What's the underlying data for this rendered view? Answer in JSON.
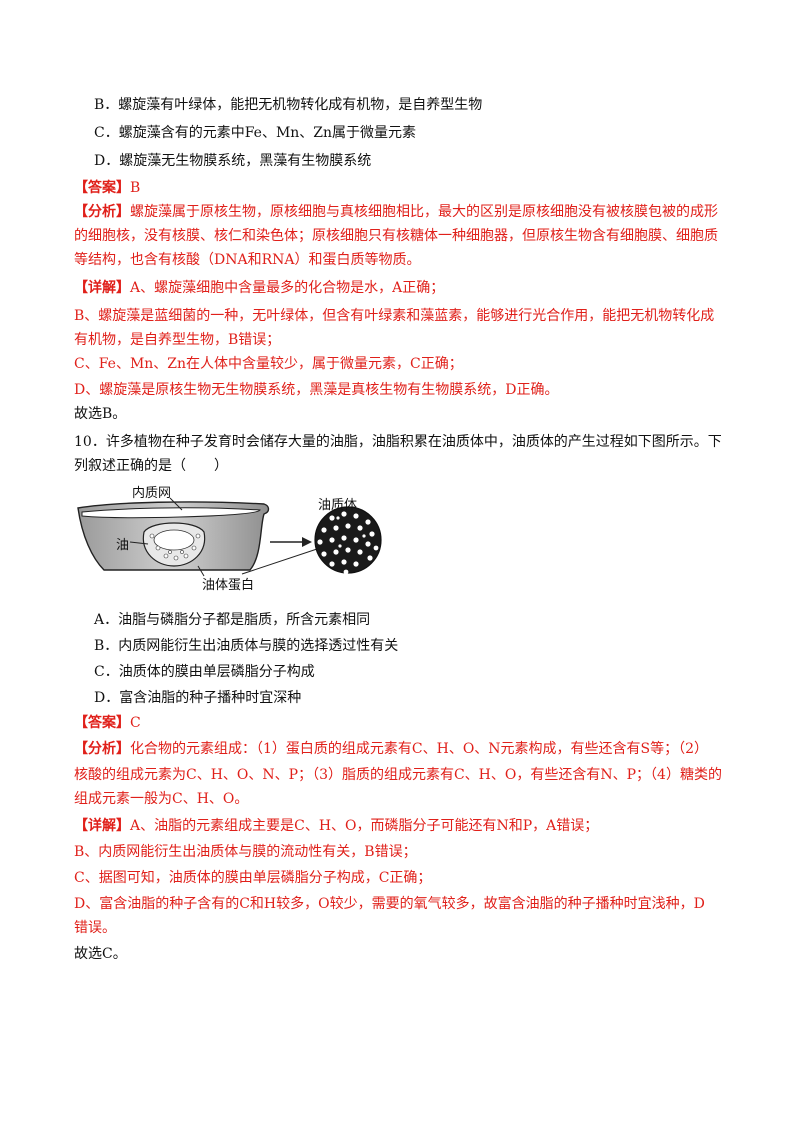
{
  "q9": {
    "options": [
      "B．螺旋藻有叶绿体，能把无机物转化成有机物，是自养型生物",
      "C．螺旋藻含有的元素中Fe、Mn、Zn属于微量元素",
      "D．螺旋藻无生物膜系统，黑藻有生物膜系统"
    ],
    "answer_tag": "【答案】",
    "answer": "B",
    "analysis_tag": "【分析】",
    "analysis_lines": [
      "螺旋藻属于原核生物，原核细胞与真核细胞相比，最大的区别是原核细胞没有被核膜包被的成形",
      "的细胞核，没有核膜、核仁和染色体；原核细胞只有核糖体一种细胞器，但原核生物含有细胞膜、细胞质",
      "等结构，也含有核酸（DNA和RNA）和蛋白质等物质。"
    ],
    "detail_tag": "【详解】",
    "detail_lines": [
      "A、螺旋藻细胞中含量最多的化合物是水，A正确；",
      "B、螺旋藻是蓝细菌的一种，无叶绿体，但含有叶绿素和藻蓝素，能够进行光合作用，能把无机物转化成",
      "有机物，是自养型生物，B错误；",
      "C、Fe、Mn、Zn在人体中含量较少，属于微量元素，C正确；",
      "D、螺旋藻是原核生物无生物膜系统，黑藻是真核生物有生物膜系统，D正确。"
    ],
    "conclusion": "故选B。"
  },
  "q10": {
    "stem_lines": [
      "10．许多植物在种子发育时会储存大量的油脂，油脂积累在油质体中，油质体的产生过程如下图所示。下",
      "列叙述正确的是（　　）"
    ],
    "diagram": {
      "label_er": "内质网",
      "label_oil": "油",
      "label_oil_protein": "油体蛋白",
      "label_oleosome": "油质体"
    },
    "options": [
      "A．油脂与磷脂分子都是脂质，所含元素相同",
      "B．内质网能衍生出油质体与膜的选择透过性有关",
      "C．油质体的膜由单层磷脂分子构成",
      "D．富含油脂的种子播种时宜深种"
    ],
    "answer_tag": "【答案】",
    "answer": "C",
    "analysis_tag": "【分析】",
    "analysis_lines": [
      "化合物的元素组成：（1）蛋白质的组成元素有C、H、O、N元素构成，有些还含有S等；（2）",
      "核酸的组成元素为C、H、O、N、P；（3）脂质的组成元素有C、H、O，有些还含有N、P；（4）糖类的",
      "组成元素一般为C、H、O。"
    ],
    "detail_tag": "【详解】",
    "detail_lines": [
      "A、油脂的元素组成主要是C、H、O，而磷脂分子可能还有N和P，A错误；",
      "B、内质网能衍生出油质体与膜的流动性有关，B错误；",
      "C、据图可知，油质体的膜由单层磷脂分子构成，C正确；",
      "D、富含油脂的种子含有的C和H较多，O较少，需要的氧气较多，故富含油脂的种子播种时宜浅种，D",
      "错误。"
    ],
    "conclusion": "故选C。"
  }
}
